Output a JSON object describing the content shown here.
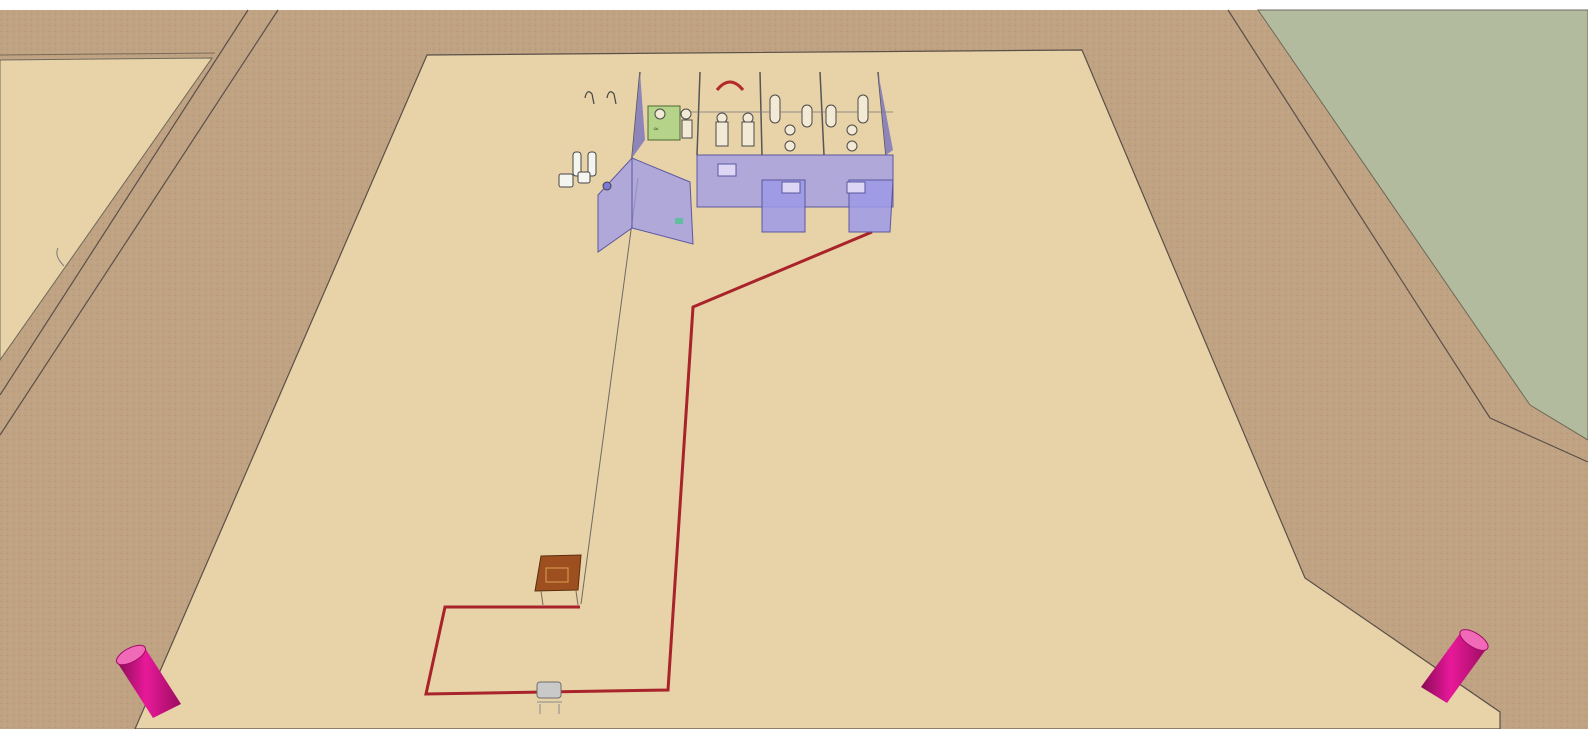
{
  "scene": {
    "kind": "3d-site-layout-model",
    "colors": {
      "background": "#ffffff",
      "embankment": "#c0a383",
      "site_pad": "#e8d2a8",
      "vegetation": "#b2bb9e",
      "route_line": "#a8232a",
      "translucent_walls": "#9c9ae8",
      "control_panel": "#b5d48a",
      "transformer_box": "#9e4f1f",
      "survey_markers": "#e0148c"
    },
    "objects": [
      "switchyard-structure",
      "pull-box",
      "manhole",
      "survey-marker-left",
      "survey-marker-right"
    ],
    "labels": []
  }
}
